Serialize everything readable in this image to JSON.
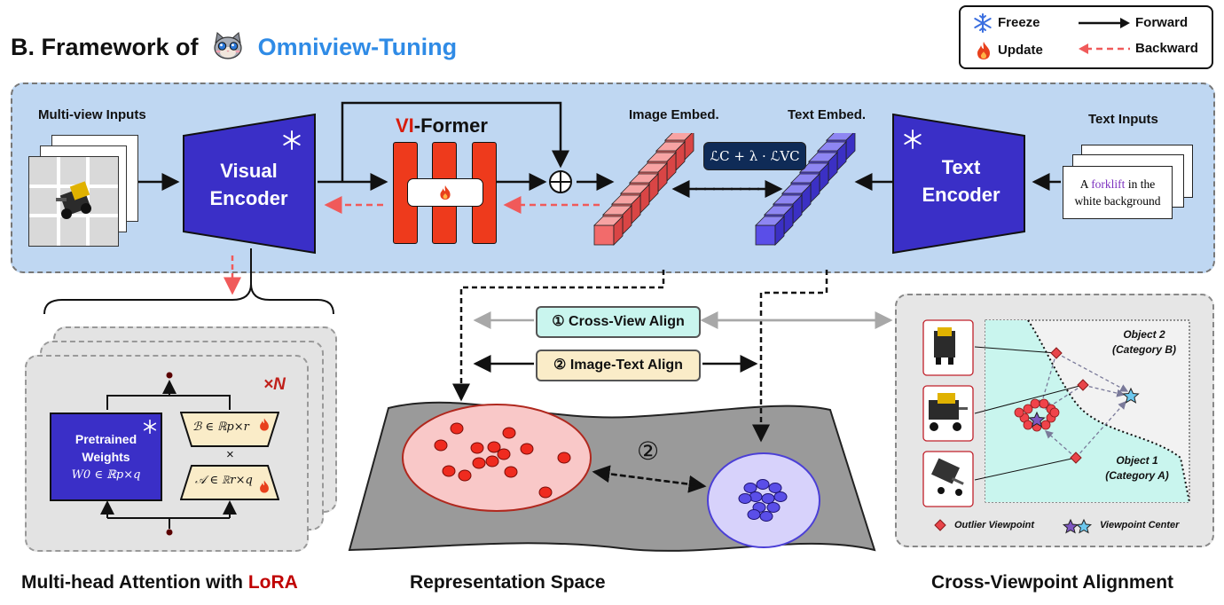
{
  "header": {
    "title_prefix": "B. Framework of",
    "brand": "Omniview-Tuning"
  },
  "legend": {
    "freeze": "Freeze",
    "update": "Update",
    "forward": "Forward",
    "backward": "Backward",
    "colors": {
      "freeze": "#3b6fe0",
      "update": "#e8401c",
      "forward": "#111111",
      "backward": "#f05a5a"
    }
  },
  "top_panel": {
    "multiview_label": "Multi-view Inputs",
    "visual_encoder": [
      "Visual",
      "Encoder"
    ],
    "viformer_prefix": "VI",
    "viformer_suffix": "-Former",
    "image_embed": "Image Embed.",
    "text_embed": "Text Embed.",
    "loss": "ℒC + λ · ℒVC",
    "text_encoder": [
      "Text",
      "Encoder"
    ],
    "text_inputs_label": "Text Inputs",
    "text_input_pre": "A ",
    "text_input_word": "forklift",
    "text_input_post": " in the",
    "text_input_line2": "white background",
    "colors": {
      "panel": "#bfd7f2",
      "encoder": "#3a2fc7",
      "viformer": "#ee3a1c",
      "image_embed": "#f26b6b",
      "text_embed": "#5a4ee8"
    }
  },
  "lora": {
    "repeat": "×N",
    "pretrained": [
      "Pretrained",
      "Weights"
    ],
    "w0": "W0 ∈ ℝp×q",
    "b_matrix": "ℬ ∈ ℝp×r",
    "times": "×",
    "a_matrix": "𝒜 ∈ ℝr×q",
    "caption_prefix": "Multi-head Attention with ",
    "caption_lora": "LoRA"
  },
  "align": {
    "cross_view": "① Cross-View Align",
    "image_text": "② Image-Text Align",
    "marker": "②"
  },
  "representation": {
    "caption": "Representation Space"
  },
  "cross_viewpoint": {
    "object2": [
      "Object 2",
      "(Category B)"
    ],
    "object1": [
      "Object 1",
      "(Category A)"
    ],
    "outlier": "Outlier Viewpoint",
    "center": "Viewpoint Center",
    "caption": "Cross-Viewpoint Alignment"
  }
}
